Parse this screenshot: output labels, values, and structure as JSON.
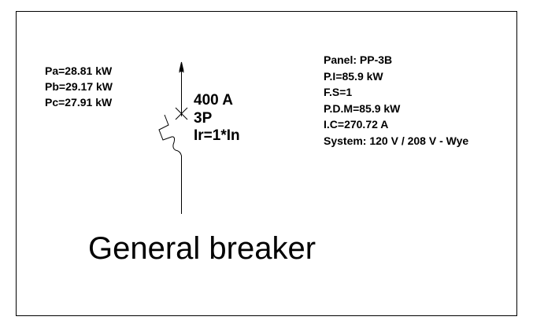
{
  "diagram": {
    "title": "General breaker",
    "phase_loads": [
      "Pa=28.81 kW",
      "Pb=29.17 kW",
      "Pc=27.91 kW"
    ],
    "breaker": {
      "rating": "400 A",
      "poles": "3P",
      "setting": "Ir=1*In"
    },
    "panel_info": [
      "Panel: PP-3B",
      "P.I=85.9 kW",
      "F.S=1",
      "P.D.M=85.9 kW",
      "I.C=270.72 A",
      "System: 120 V / 208 V - Wye"
    ],
    "line_color": "#000000"
  }
}
